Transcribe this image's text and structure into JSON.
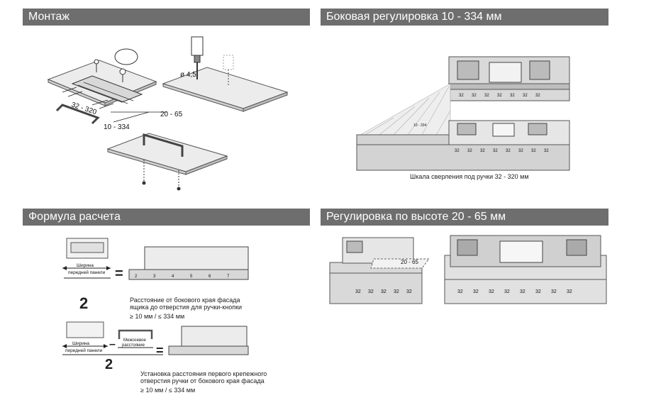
{
  "sections": {
    "mount": "Монтаж",
    "side": "Боковая регулировка 10 - 334 мм",
    "formula": "Формула расчета",
    "height": "Регулировка по высоте 20 - 65 мм"
  },
  "mount_labels": {
    "diameter": "ø 4,5",
    "spacing": "32 - 320",
    "height_range": "20 - 65",
    "side_range": "10 - 334"
  },
  "side_labels": {
    "small_range": "10 - 334",
    "tick": "32",
    "scale_caption": "Шкала сверления под ручки  32 - 320 мм"
  },
  "height_labels": {
    "range": "20 - 65",
    "tick": "32"
  },
  "formula": {
    "width_label_1": "Ширина",
    "width_label_2": "передней панели",
    "divisor": "2",
    "distance_text_1": "Расстояние от бокового края фасада",
    "distance_text_2": "ящика до отверстия для ручки-кнопки",
    "limit_1": "≥ 10 мм / ≤ 334 мм",
    "center_label_1": "Межосевое",
    "center_label_2": "расстояние",
    "install_text_1": "Установка расстояния первого крепежного",
    "install_text_2": "отверстия ручки от бокового края фасада",
    "limit_2": "≥ 10 мм / ≤ 334 мм",
    "ruler_nums": [
      "2",
      "3",
      "4",
      "5",
      "6",
      "7"
    ]
  }
}
